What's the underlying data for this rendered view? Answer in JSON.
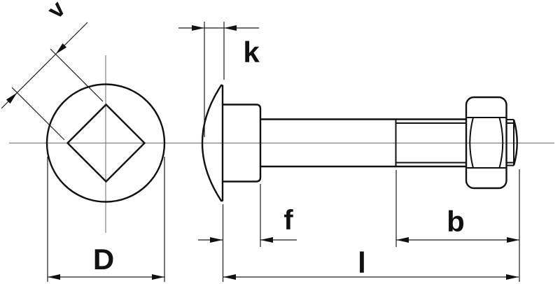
{
  "drawing": {
    "title": "Carriage bolt (round head square neck bolt) with hex nut - dimensioned technical drawing",
    "views": {
      "front_view": "bolt head front view: circle with inscribed square neck",
      "side_view": "bolt side view: domed head, square neck, shank, threaded end with hex nut"
    },
    "labels": {
      "square_width": "v",
      "head_height": "k",
      "neck_length": "f",
      "thread_length": "b",
      "head_diameter": "D",
      "bolt_length": "l"
    },
    "colors": {
      "line": "#111111",
      "centerline": "#6e6e6e",
      "background": "#ffffff"
    }
  }
}
